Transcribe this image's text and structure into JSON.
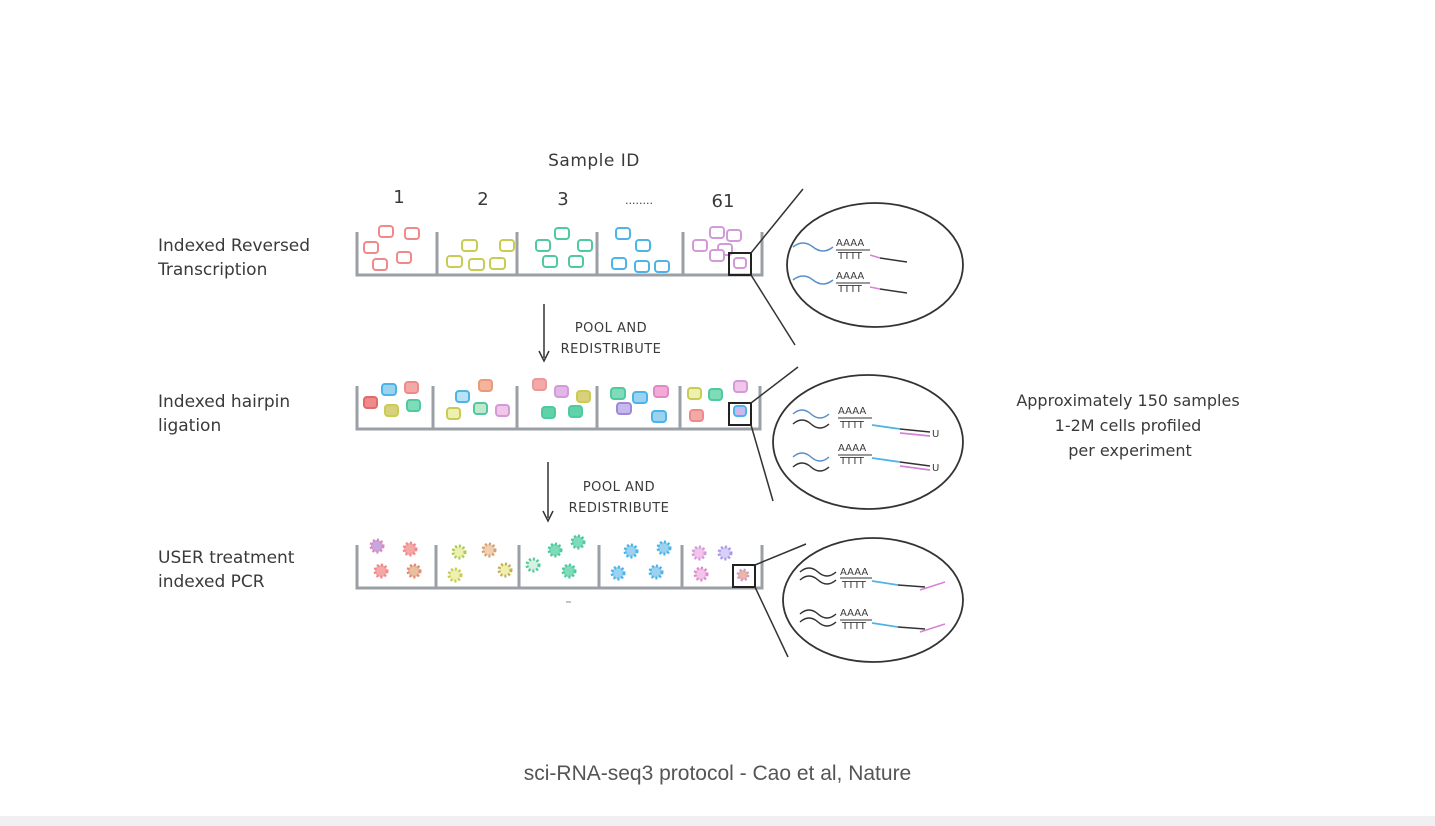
{
  "header": {
    "title": "Sample ID",
    "sample_labels": [
      "1",
      "2",
      "3",
      "........",
      "61"
    ]
  },
  "stages": [
    {
      "line1": "Indexed Reversed",
      "line2": "Transcription"
    },
    {
      "line1": "Indexed hairpin",
      "line2": "ligation"
    },
    {
      "line1": "USER treatment",
      "line2": "indexed PCR"
    }
  ],
  "arrows": [
    {
      "line1": "POOL AND",
      "line2": "REDISTRIBUTE"
    },
    {
      "line1": "POOL AND",
      "line2": "REDISTRIBUTE"
    }
  ],
  "detail": {
    "polyA": "AAAA",
    "polyT": "TTTT",
    "uracil": "U"
  },
  "summary": {
    "line1": "Approximately 150 samples",
    "line2": "1-2M cells profiled",
    "line3": "per experiment"
  },
  "caption": "sci-RNA-seq3 protocol - Cao et al, Nature",
  "colors": {
    "well_columns": [
      "#f08a8a",
      "#c8cc55",
      "#4fc9a0",
      "#4cb4e6",
      "#d39ad8"
    ],
    "tray": "#9aa0a6",
    "ink": "#3a3a3a",
    "rna": "#5a8fc9",
    "adapter": "#d782d4",
    "linker": "#4cb4e6"
  }
}
